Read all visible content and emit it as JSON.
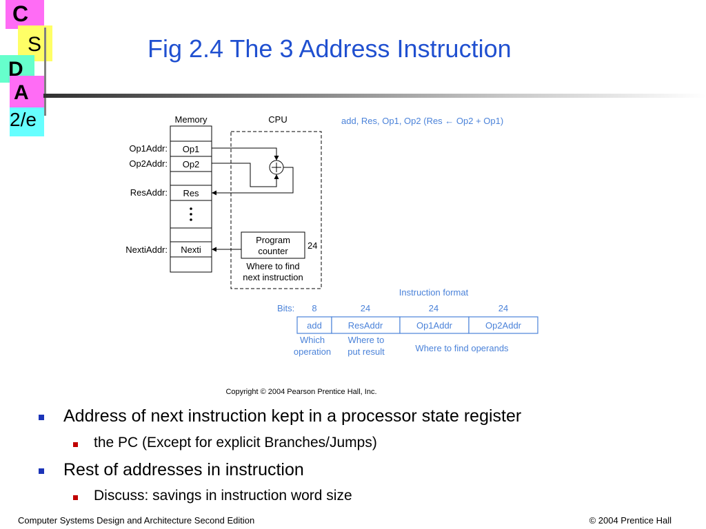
{
  "logo": {
    "letters": [
      "C",
      "S",
      "D",
      "A"
    ],
    "edition": "2/e",
    "colors": {
      "magenta": "#ff66ff",
      "yellow": "#ffff66",
      "cyan": "#66ffff"
    }
  },
  "title": "Fig 2.4  The 3 Address Instruction",
  "diagram": {
    "memory_label": "Memory",
    "cpu_label": "CPU",
    "memory_cells": [
      "",
      "Op1",
      "Op2",
      "",
      "Res",
      "",
      "",
      "Nexti",
      ""
    ],
    "address_labels": [
      "Op1Addr:",
      "Op2Addr:",
      "ResAddr:",
      "NextiAddr:"
    ],
    "adder_symbol": "+",
    "pc_label_1": "Program",
    "pc_label_2": "counter",
    "pc_bits": "24",
    "where_next_1": "Where to find",
    "where_next_2": "next instruction",
    "operation_text": "add, Res, Op1, Op2  (Res ← Op2 + Op1)",
    "format_title": "Instruction format",
    "bits_label": "Bits:",
    "bit_widths": [
      "8",
      "24",
      "24",
      "24"
    ],
    "fields": [
      "add",
      "ResAddr",
      "Op1Addr",
      "Op2Addr"
    ],
    "field_desc": [
      {
        "line1": "Which",
        "line2": "operation"
      },
      {
        "line1": "Where to",
        "line2": "put result"
      },
      {
        "line1": "Where to find operands",
        "line2": ""
      }
    ],
    "copyright": "Copyright © 2004 Pearson Prentice Hall, Inc.",
    "colors": {
      "accent": "#4a82d9",
      "line": "#000000"
    }
  },
  "bullets": [
    {
      "level": 1,
      "text": "Address of next instruction kept in a processor state register"
    },
    {
      "level": 2,
      "text": "the PC (Except for explicit Branches/Jumps)"
    },
    {
      "level": 1,
      "text": "Rest of addresses in instruction"
    },
    {
      "level": 2,
      "text": "Discuss: savings in instruction word size"
    }
  ],
  "footer": {
    "left": "Computer Systems Design and Architecture Second Edition",
    "right": "© 2004 Prentice Hall"
  }
}
